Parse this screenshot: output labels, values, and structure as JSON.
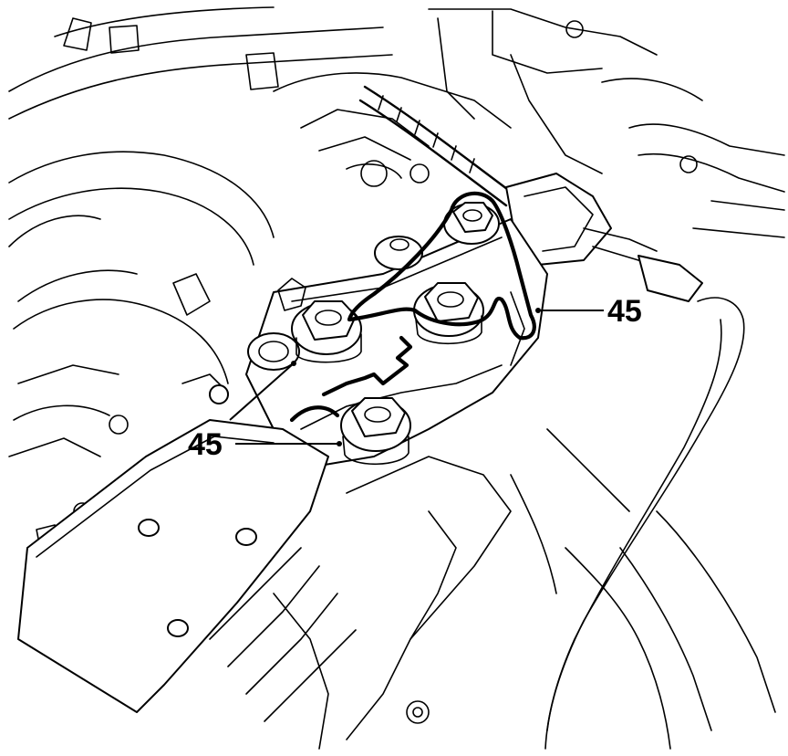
{
  "callouts": [
    {
      "id": "upper-right",
      "label": "45"
    },
    {
      "id": "lower-left",
      "label": "45"
    }
  ]
}
